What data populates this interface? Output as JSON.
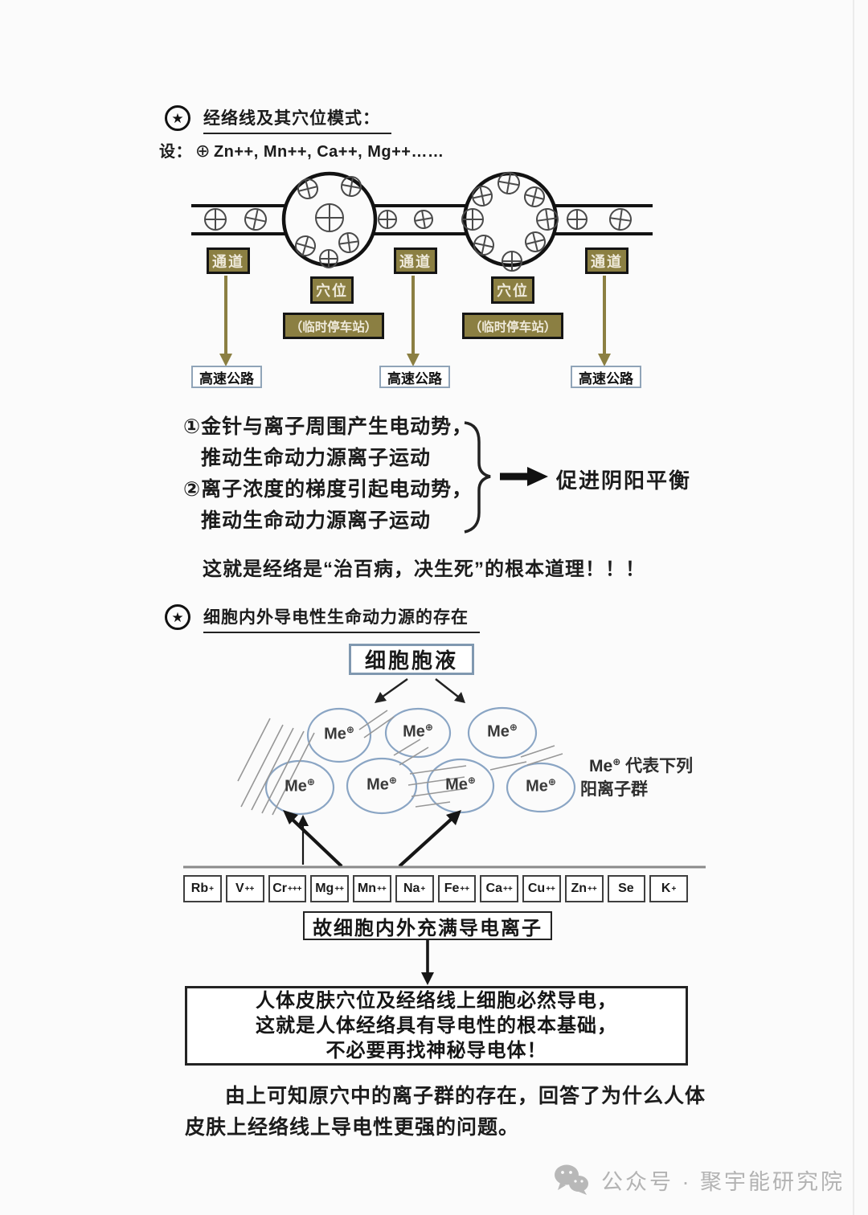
{
  "icons": {
    "star_glyph": "★",
    "oplus_glyph": "⊕"
  },
  "colors": {
    "olive": "#8b7f42",
    "ink": "#1c1c1c",
    "highway_border": "#90a4b8",
    "cell_stroke": "#8aa5c4",
    "footer_gray": "#b3b3b3"
  },
  "section1": {
    "title": "经络线及其穴位模式：",
    "premise_prefix": "设：",
    "premise_ions": "Zn++, Mn++, Ca++, Mg++……",
    "diagram": {
      "channel_labels": [
        "通道",
        "通道",
        "通道"
      ],
      "acupoint_labels": [
        "穴位",
        "穴位"
      ],
      "station_labels": [
        "（临时停车站）",
        "（临时停车站）"
      ],
      "highway_labels": [
        "高速公路",
        "高速公路",
        "高速公路"
      ]
    },
    "points": [
      {
        "line1": "①金针与离子周围产生电动势，",
        "line2": "推动生命动力源离子运动"
      },
      {
        "line1": "②离子浓度的梯度引起电动势，",
        "line2": "推动生命动力源离子运动"
      }
    ],
    "brace_result": "促进阴阳平衡",
    "conclusion": "这就是经络是“治百病，决生死”的根本道理！！！"
  },
  "section2": {
    "title": "细胞内外导电性生命动力源的存在",
    "cytosol_label": "细胞胞液",
    "me_base": "Me",
    "me_sup": "⊕",
    "me_note_rest": "代表下列",
    "me_note_line2": "阳离子群",
    "ions": [
      {
        "base": "Rb",
        "sup": "+"
      },
      {
        "base": "V",
        "sup": "++"
      },
      {
        "base": "Cr",
        "sup": "+++"
      },
      {
        "base": "Mg",
        "sup": "++"
      },
      {
        "base": "Mn",
        "sup": "++"
      },
      {
        "base": "Na",
        "sup": "+"
      },
      {
        "base": "Fe",
        "sup": "++"
      },
      {
        "base": "Ca",
        "sup": "++"
      },
      {
        "base": "Cu",
        "sup": "++"
      },
      {
        "base": "Zn",
        "sup": "++"
      },
      {
        "base": "Se",
        "sup": ""
      },
      {
        "base": "K",
        "sup": "+"
      }
    ],
    "conclusion_box": "故细胞内外充满导电离子",
    "result_box_lines": [
      "人体皮肤穴位及经络线上细胞必然导电，",
      "这就是人体经络具有导电性的根本基础，",
      "不必要再找神秘导电体！"
    ],
    "closing_line1": "由上可知原穴中的离子群的存在，回答了为什么人体",
    "closing_line2": "皮肤上经络线上导电性更强的问题。"
  },
  "footer": {
    "label": "公众号 · 聚宇能研究院"
  }
}
